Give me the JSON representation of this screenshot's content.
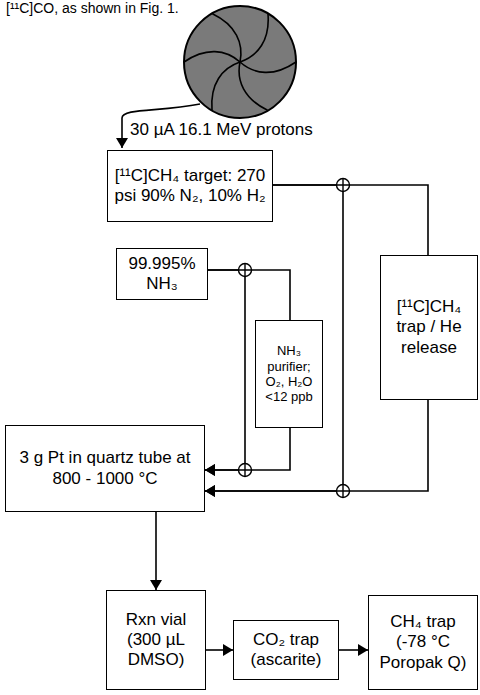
{
  "diagram": {
    "nodes": [
      {
        "text": [
          "[¹¹C]CH₄ target: 270 psi 90% N₂, 10% H₂"
        ]
      },
      {
        "text": [
          "99.995% NH₃"
        ]
      },
      {
        "text": [
          "NH₃ purifier; O₂, H₂O <12 ppb"
        ]
      },
      {
        "text": [
          "[¹¹C]CH₄ trap / He release"
        ]
      },
      {
        "text": [
          "3 g Pt in quartz tube at 800 - 1000 °C"
        ]
      },
      {
        "text": [
          "Rxn vial (300 µL DMSO)"
        ]
      },
      {
        "text": [
          "CO₂ trap (ascarite)"
        ]
      },
      {
        "text": [
          "CH₄ trap (-78 °C Poropak Q)"
        ]
      }
    ],
    "edges": [
      {
        "from": 0,
        "to": 3,
        "arrow": "none"
      },
      {
        "from": 3,
        "to": 4,
        "arrow": "to"
      },
      {
        "from": 0,
        "to": 4,
        "arrow": "to"
      },
      {
        "from": 1,
        "to": 2,
        "arrow": "none"
      },
      {
        "from": 2,
        "to": 4,
        "arrow": "to"
      },
      {
        "from": 1,
        "to": 4,
        "arrow": "to"
      },
      {
        "from": 4,
        "to": 5,
        "arrow": "to"
      },
      {
        "from": 5,
        "to": 6,
        "arrow": "to"
      },
      {
        "from": 6,
        "to": 7,
        "arrow": "to"
      }
    ],
    "labels": [
      "[¹¹C]CO, as shown in Fig. 1.",
      "30 µA 16.1 MeV protons"
    ]
  }
}
